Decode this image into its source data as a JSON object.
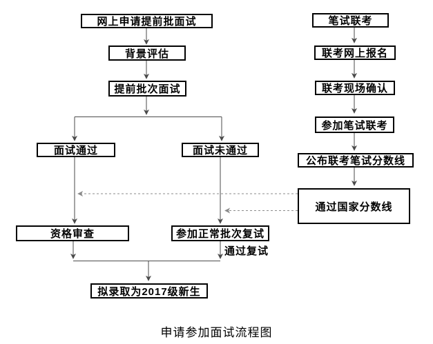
{
  "caption": "申请参加面试流程图",
  "left_flow": {
    "web_apply": "网上申请提前批面试",
    "background_eval": "背景评估",
    "early_interview": "提前批次面试",
    "interview_pass": "面试通过",
    "interview_fail": "面试未通过",
    "qualification_check": "资格审查",
    "normal_retest": "参加正常批次复试",
    "admission": "拟录取为2017级新生"
  },
  "right_flow": {
    "joint_exam": "笔试联考",
    "online_signup": "联考网上报名",
    "onsite_confirm": "联考现场确认",
    "take_exam": "参加笔试联考",
    "score_line_announce": "公布联考笔试分数线",
    "national_line_pass": "通过国家分数线"
  },
  "edge_labels": {
    "retest_pass": "通过复试"
  },
  "colors": {
    "bg": "#ffffff",
    "box_border": "#000000",
    "box_fill": "#ffffff",
    "text": "#000000",
    "line": "#4a4a4a",
    "dashed_line": "#8a8a8a"
  }
}
